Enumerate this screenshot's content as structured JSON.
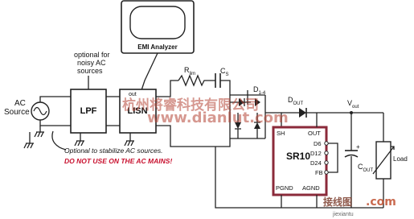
{
  "labels": {
    "ac_source": [
      "AC",
      "Source"
    ],
    "optional_lpf": [
      "optional for",
      "noisy AC",
      "sources"
    ],
    "lpf": "LPF",
    "lisn": "LISN",
    "lisn_out": "out",
    "emi_analyzer": "EMI Analyzer",
    "r_lim_main": "R",
    "r_lim_sub": "lim",
    "c_s_main": "C",
    "c_s_sub": "S",
    "d_bridge_main": "D",
    "d_bridge_sub": "1-4",
    "d_out_main": "D",
    "d_out_sub": "OUT",
    "v_out_main": "V",
    "v_out_sub": "out",
    "c_out_main": "C",
    "c_out_sub": "OUT",
    "c_out_plus": "+",
    "load": "Load",
    "optional_stabilize": "Optional to stabilize AC sources.",
    "warning": "DO NOT USE ON THE AC MAINS!"
  },
  "ic": {
    "name": "SR10",
    "pins": {
      "sh": "SH",
      "out": "OUT",
      "d6": "D6",
      "d12": "D12",
      "d24": "D24",
      "fb": "FB",
      "pgnd": "PGND",
      "agnd": "AGND"
    }
  },
  "watermark": {
    "cn": "杭州将睿科技有限公司",
    "site": "www.dianlut.com",
    "logo_cn": "接线图",
    "logo_dot": ".com",
    "logo_site": "jiexiantu"
  },
  "colors": {
    "ic_border": "#8b2a3a",
    "warning": "#c8102e",
    "wire": "#222222"
  }
}
